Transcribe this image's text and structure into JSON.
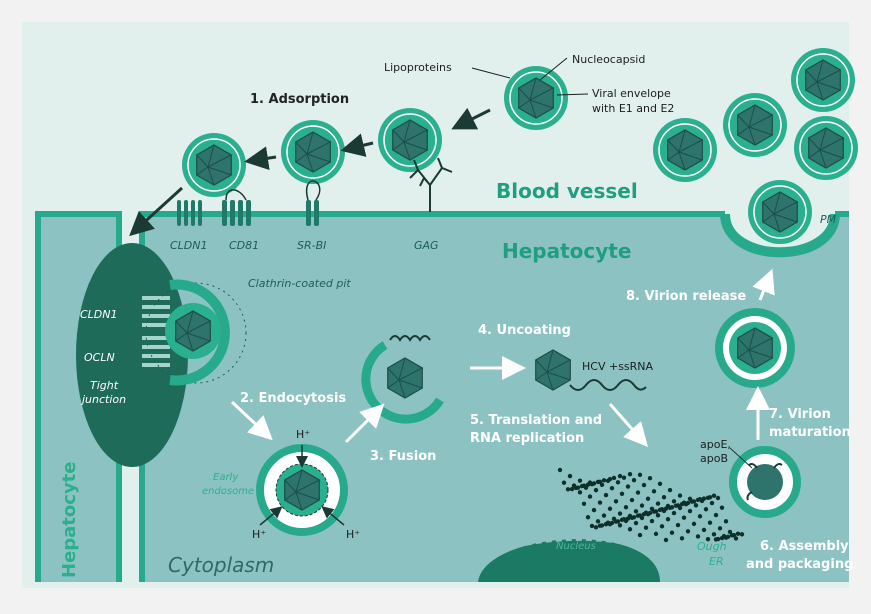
{
  "labels": {
    "nucleocapsid": "Nucleocapsid",
    "lipoproteins": "Lipoproteins",
    "viral_envelope_1": "Viral envelope",
    "viral_envelope_2": "with E1 and E2",
    "blood_vessel": "Blood vessel",
    "hepatocyte_main": "Hepatocyte",
    "hepatocyte_side": "Hepatocyte",
    "pm": "PM",
    "cldn1": "CLDN1",
    "cd81": "CD81",
    "srbi": "SR-BI",
    "gag": "GAG",
    "clathrin_pit": "Clathrin-coated pit",
    "tj_cldn1": "CLDN1",
    "tj_ocln": "OCLN",
    "tight_1": "Tight",
    "tight_2": "junction",
    "hplus_top": "H⁺",
    "hplus_left": "H⁺",
    "hplus_right": "H⁺",
    "early_1": "Early",
    "early_2": "endosome",
    "hcv_rna": "HCV +ssRNA",
    "apoe": "apoE,",
    "apob": "apoB",
    "nucleus": "Nucleus",
    "er_1": "Ough",
    "er_2": "ER",
    "cytoplasm": "Cytoplasm"
  },
  "steps": {
    "s1": "1. Adsorption",
    "s2": "2. Endocytosis",
    "s3": "3. Fusion",
    "s4": "4. Uncoating",
    "s5a": "5. Translation and",
    "s5b": "RNA replication",
    "s6a": "6. Assembly",
    "s6b": "and packaging",
    "s7a": "7. Virion",
    "s7b": "maturation",
    "s8": "8. Virion release"
  },
  "colors": {
    "background": "#f2f2f2",
    "blood_vessel_bg": "#e1f0ec",
    "cell": "#8cc3c2",
    "membrane": "#27a98c",
    "envelope": "#22a585",
    "capsid": "#2e736c",
    "dark_teal": "#1b5e52"
  }
}
